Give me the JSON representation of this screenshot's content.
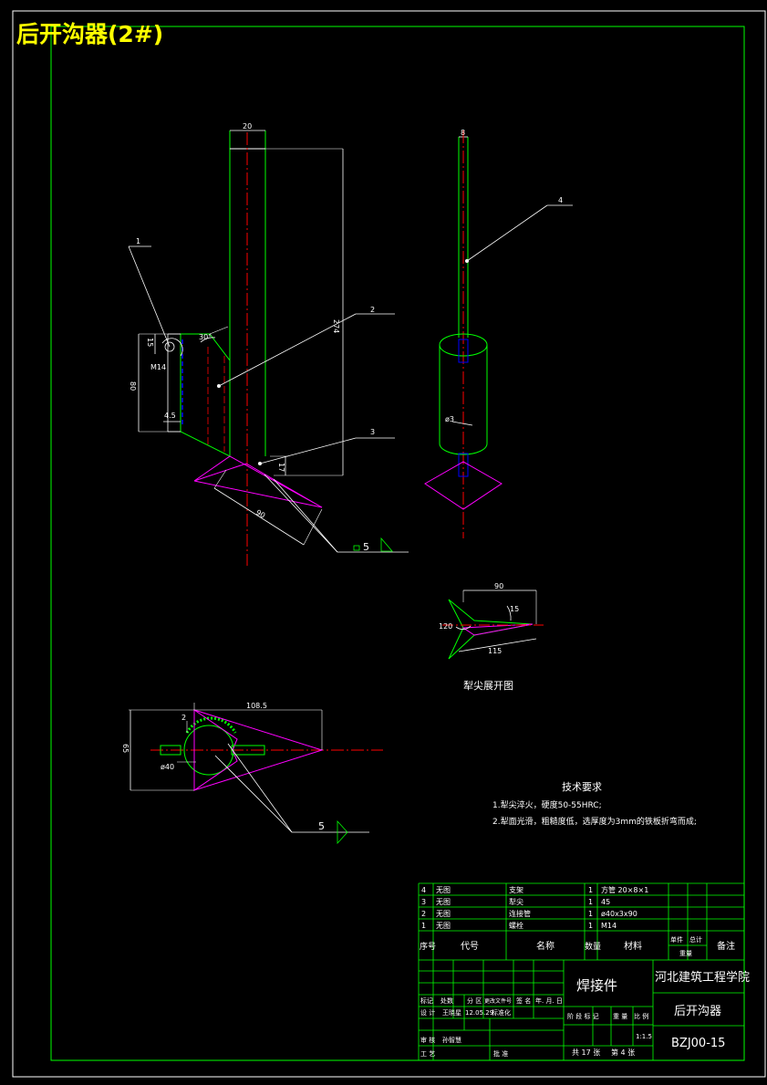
{
  "title": "后开沟器(2#)",
  "colors": {
    "background": "#000000",
    "title": "#ffff00",
    "outline": "#ffffff",
    "frame": "#00ff00",
    "centerline": "#ff0000",
    "section": "#0000ff",
    "flat_pattern": "#ff00ff",
    "dimension": "#ffffff"
  },
  "front_view": {
    "dimensions": {
      "width": "20",
      "height": "274",
      "side_height": "80",
      "top_offset": "15",
      "bolt": "M14",
      "gap": "4.5",
      "angle": "30°",
      "bottom": "17",
      "tip_length": "90"
    },
    "balloons": [
      "1",
      "2",
      "3"
    ],
    "section_mark": "5"
  },
  "side_view": {
    "dimensions": {
      "width": "8",
      "diameter": "ø3"
    },
    "balloons": [
      "4"
    ]
  },
  "tip_flat_pattern": {
    "dimensions": {
      "length": "90",
      "angle_small": "15",
      "angle_large": "120",
      "diagonal": "115"
    },
    "caption": "犁尖展开图"
  },
  "top_view": {
    "dimensions": {
      "length": "108.5",
      "height": "65",
      "offset": "2",
      "diameter": "ø40"
    },
    "section_mark": "5"
  },
  "tech_requirements": {
    "heading": "技术要求",
    "items": [
      "1.犁尖淬火，硬度50-55HRC;",
      "2.犁面光滑，粗糙度低，选厚度为3mm的铁板折弯而成;"
    ]
  },
  "bom": {
    "header": {
      "seq": "序号",
      "code": "代号",
      "name": "名称",
      "qty": "数量",
      "material": "材料",
      "unit_mass": "单件",
      "total_mass": "总计",
      "mass": "重量",
      "note": "备注"
    },
    "rows": [
      {
        "seq": "4",
        "code": "无图",
        "name": "支架",
        "qty": "1",
        "material": "方管 20×8×1"
      },
      {
        "seq": "3",
        "code": "无图",
        "name": "犁尖",
        "qty": "1",
        "material": "45"
      },
      {
        "seq": "2",
        "code": "无图",
        "name": "连接管",
        "qty": "1",
        "material": "ø40x3x90"
      },
      {
        "seq": "1",
        "code": "无图",
        "name": "螺栓",
        "qty": "1",
        "material": "M14"
      }
    ]
  },
  "title_block": {
    "part_name": "焊接件",
    "school": "河北建筑工程学院",
    "drawing_name": "后开沟器",
    "drawing_no": "BZJ00-15",
    "scale": "1:1.5",
    "total_sheets": "共 17 张",
    "sheet_no": "第 4 张",
    "rev_headers": [
      "标记",
      "处数",
      "分 区",
      "更改文件号",
      "签 名",
      "年. 月. 日"
    ],
    "design_label": "设 计",
    "designer": "王晓星",
    "design_date": "12.05.29",
    "std_label": "标准化",
    "stage_headers": [
      "阶 段 标 记",
      "重 量",
      "比 例"
    ],
    "review_label": "审 核",
    "reviewer": "孙智慧",
    "process_label": "工 艺",
    "approve_label": "批 准"
  }
}
